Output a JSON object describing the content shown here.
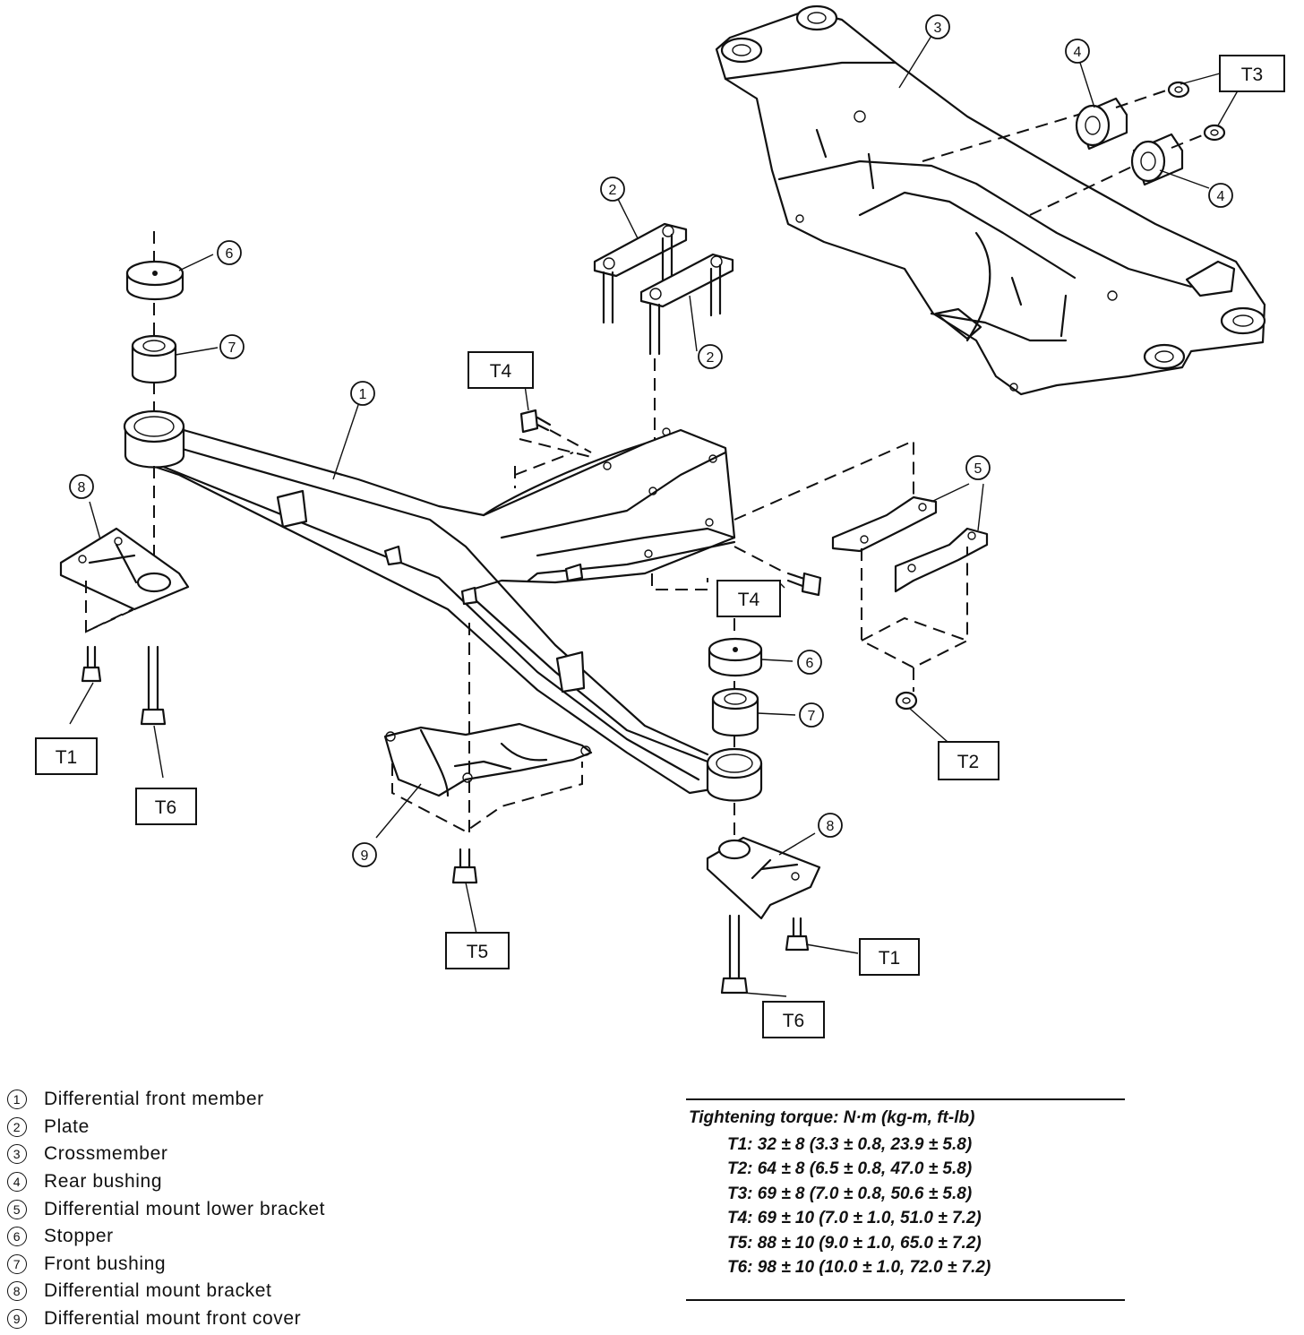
{
  "diagram": {
    "callouts": [
      {
        "id": "c1",
        "num": "1"
      },
      {
        "id": "c2a",
        "num": "2"
      },
      {
        "id": "c2b",
        "num": "2"
      },
      {
        "id": "c3",
        "num": "3"
      },
      {
        "id": "c4a",
        "num": "4"
      },
      {
        "id": "c4b",
        "num": "4"
      },
      {
        "id": "c5",
        "num": "5"
      },
      {
        "id": "c6a",
        "num": "6"
      },
      {
        "id": "c6b",
        "num": "6"
      },
      {
        "id": "c7a",
        "num": "7"
      },
      {
        "id": "c7b",
        "num": "7"
      },
      {
        "id": "c8a",
        "num": "8"
      },
      {
        "id": "c8b",
        "num": "8"
      },
      {
        "id": "c9",
        "num": "9"
      }
    ],
    "torque_tags": {
      "t1a": "T1",
      "t1b": "T1",
      "t2": "T2",
      "t3": "T3",
      "t4a": "T4",
      "t4b": "T4",
      "t5": "T5",
      "t6a": "T6",
      "t6b": "T6"
    }
  },
  "legend": [
    {
      "num": "1",
      "label": "Differential front member"
    },
    {
      "num": "2",
      "label": "Plate"
    },
    {
      "num": "3",
      "label": "Crossmember"
    },
    {
      "num": "4",
      "label": "Rear bushing"
    },
    {
      "num": "5",
      "label": "Differential mount lower bracket"
    },
    {
      "num": "6",
      "label": "Stopper"
    },
    {
      "num": "7",
      "label": "Front bushing"
    },
    {
      "num": "8",
      "label": "Differential mount bracket"
    },
    {
      "num": "9",
      "label": "Differential mount front cover"
    }
  ],
  "torque_table": {
    "heading": "Tightening torque: N·m (kg-m, ft-lb)",
    "rows": [
      "T1: 32 ± 8 (3.3 ± 0.8, 23.9 ± 5.8)",
      "T2: 64 ± 8 (6.5 ± 0.8, 47.0 ± 5.8)",
      "T3: 69 ± 8 (7.0 ± 0.8, 50.6 ± 5.8)",
      "T4: 69 ± 10 (7.0 ± 1.0, 51.0 ± 7.2)",
      "T5: 88 ± 10 (9.0 ± 1.0, 65.0 ± 7.2)",
      "T6: 98 ± 10 (10.0 ± 1.0, 72.0 ± 7.2)"
    ]
  }
}
